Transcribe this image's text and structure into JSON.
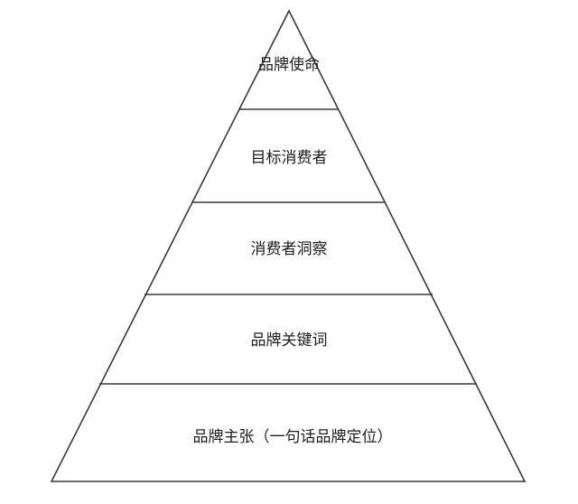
{
  "diagram": {
    "tiers": [
      {
        "label": "品牌使命"
      },
      {
        "label": "目标消费者"
      },
      {
        "label": "消费者洞察"
      },
      {
        "label": "品牌关键词"
      },
      {
        "label": "品牌主张（一句话品牌定位）"
      }
    ]
  },
  "colors": {
    "line": "#3a3a3a",
    "text": "#1f1f1f",
    "background": "#ffffff"
  }
}
